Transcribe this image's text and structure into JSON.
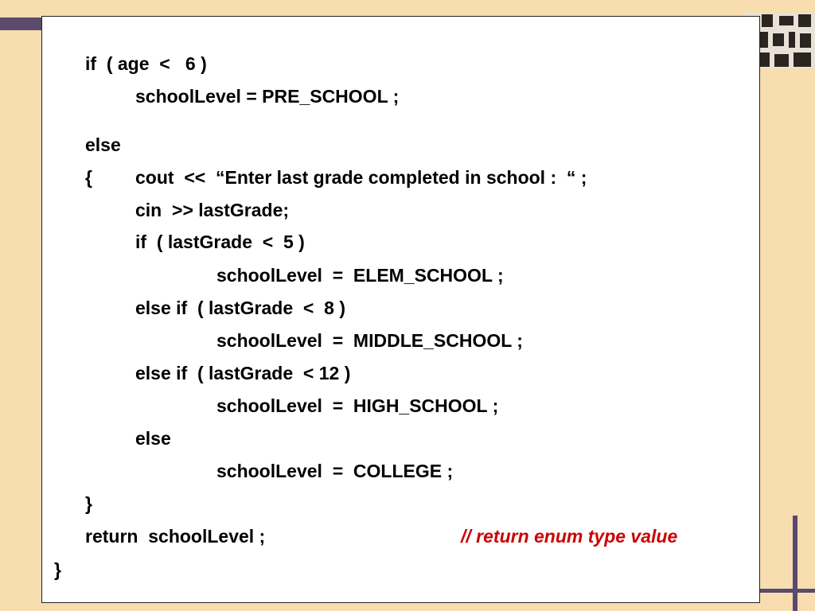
{
  "code": {
    "l1": "if  ( age  <   6 )",
    "l2": "schoolLevel = PRE_SCHOOL ;",
    "l3": "else",
    "l4_brace": "{",
    "l4": "cout  <<  “Enter last grade completed in school :  “ ;",
    "l5": "cin  >> lastGrade;",
    "l6": "if  ( lastGrade  <  5 )",
    "l7": "schoolLevel  =  ELEM_SCHOOL ;",
    "l8": "else if  ( lastGrade  <  8 )",
    "l9": "schoolLevel  =  MIDDLE_SCHOOL ;",
    "l10": "else if  ( lastGrade  < 12 )",
    "l11": "schoolLevel  =  HIGH_SCHOOL ;",
    "l12": "else",
    "l13": "schoolLevel  =  COLLEGE ;",
    "l14": "}",
    "l15": "return  schoolLevel ;",
    "l15_comment": "// return enum type value",
    "l16": "}"
  },
  "colors": {
    "background": "#f7ddb0",
    "accent": "#5a4a6e",
    "comment": "#cc0000"
  }
}
